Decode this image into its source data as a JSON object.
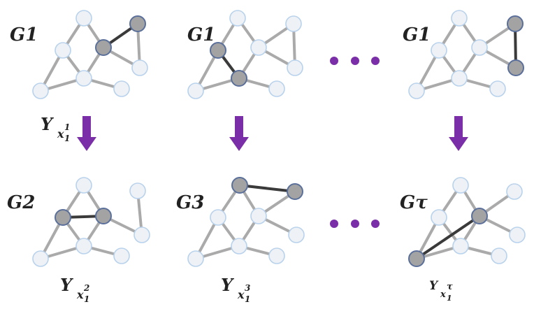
{
  "colors": {
    "highlight_edge": "#3a3a3a",
    "highlight_node": "#a3a3a3",
    "arrow": "#7a2fa8",
    "node": "#eef1f6",
    "edge": "#aaaaaa"
  },
  "top_row": [
    {
      "label": "G1"
    },
    {
      "label": "G1"
    },
    {
      "label": "G1"
    }
  ],
  "bottom_row": [
    {
      "label": "G2",
      "y_base": "Y",
      "y_sub": "x",
      "y_sub_sub": "1",
      "y_sup": "2"
    },
    {
      "label": "G3",
      "y_base": "Y",
      "y_sub": "x",
      "y_sub_sub": "1",
      "y_sup": "3"
    },
    {
      "label": "Gτ",
      "y_base": "Y",
      "y_sub": "x",
      "y_sub_sub": "1",
      "y_sup": "τ"
    }
  ],
  "transition_label": {
    "y_base": "Y",
    "y_sub": "x",
    "y_sub_sub": "1",
    "y_sup": "1"
  },
  "ellipsis": "•••"
}
